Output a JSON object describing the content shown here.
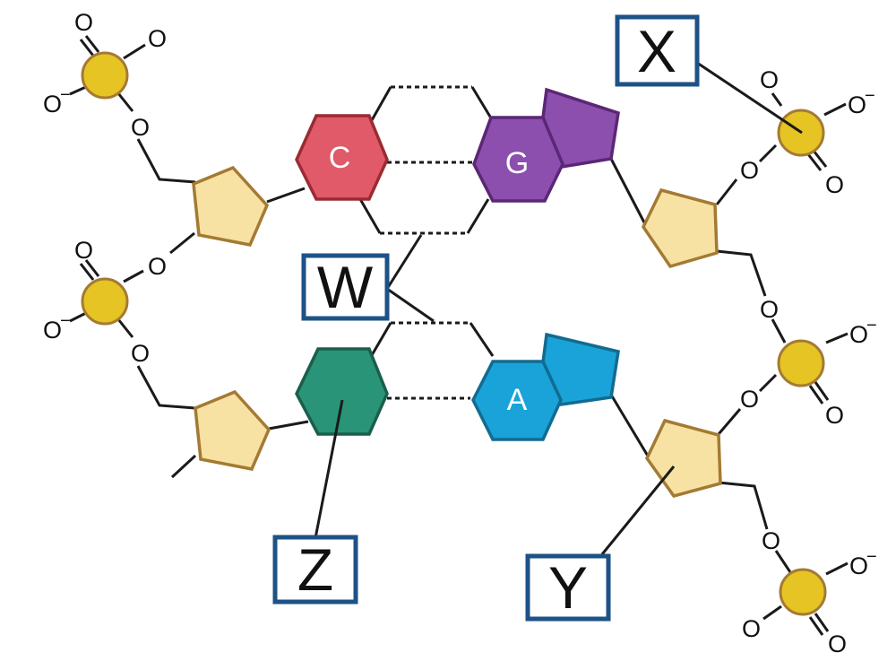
{
  "colors": {
    "cytosine": "#e05a6a",
    "cytosine_stroke": "#9b2a33",
    "guanine": "#8c4fae",
    "guanine_stroke": "#5b2775",
    "thymine": "#2a9478",
    "thymine_stroke": "#1a5e4c",
    "adenine": "#1aa3d8",
    "adenine_stroke": "#126b91",
    "label_box": "#1d5286"
  },
  "bases": {
    "cytosine_letter": "C",
    "guanine_letter": "G",
    "adenine_letter": "A"
  },
  "atoms": {
    "oxygen": "O",
    "oxygen_anion": "O",
    "minus": "−"
  },
  "labels": {
    "w": "W",
    "x": "X",
    "y": "Y",
    "z": "Z"
  }
}
